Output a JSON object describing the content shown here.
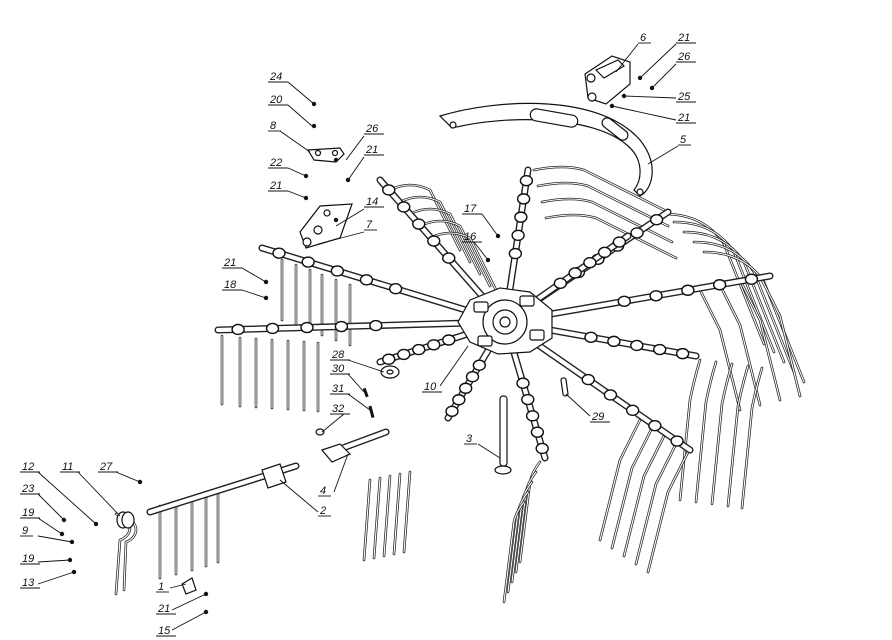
{
  "diagram": {
    "callouts": [
      {
        "id": "c24",
        "label": "24"
      },
      {
        "id": "c20",
        "label": "20"
      },
      {
        "id": "c8",
        "label": "8"
      },
      {
        "id": "c26a",
        "label": "26"
      },
      {
        "id": "c21a",
        "label": "21"
      },
      {
        "id": "c22",
        "label": "22"
      },
      {
        "id": "c21b",
        "label": "21"
      },
      {
        "id": "c14",
        "label": "14"
      },
      {
        "id": "c7",
        "label": "7"
      },
      {
        "id": "c21c",
        "label": "21"
      },
      {
        "id": "c18",
        "label": "18"
      },
      {
        "id": "c6",
        "label": "6"
      },
      {
        "id": "c21d",
        "label": "21"
      },
      {
        "id": "c26b",
        "label": "26"
      },
      {
        "id": "c25",
        "label": "25"
      },
      {
        "id": "c21e",
        "label": "21"
      },
      {
        "id": "c5",
        "label": "5"
      },
      {
        "id": "c17",
        "label": "17"
      },
      {
        "id": "c16",
        "label": "16"
      },
      {
        "id": "c28",
        "label": "28"
      },
      {
        "id": "c30",
        "label": "30"
      },
      {
        "id": "c31",
        "label": "31"
      },
      {
        "id": "c32",
        "label": "32"
      },
      {
        "id": "c10",
        "label": "10"
      },
      {
        "id": "c29",
        "label": "29"
      },
      {
        "id": "c3",
        "label": "3"
      },
      {
        "id": "c4",
        "label": "4"
      },
      {
        "id": "c2",
        "label": "2"
      },
      {
        "id": "c12",
        "label": "12"
      },
      {
        "id": "c11",
        "label": "11"
      },
      {
        "id": "c27",
        "label": "27"
      },
      {
        "id": "c23",
        "label": "23"
      },
      {
        "id": "c19a",
        "label": "19"
      },
      {
        "id": "c9",
        "label": "9"
      },
      {
        "id": "c19b",
        "label": "19"
      },
      {
        "id": "c13",
        "label": "13"
      },
      {
        "id": "c1",
        "label": "1"
      },
      {
        "id": "c21f",
        "label": "21"
      },
      {
        "id": "c15",
        "label": "15"
      }
    ]
  }
}
